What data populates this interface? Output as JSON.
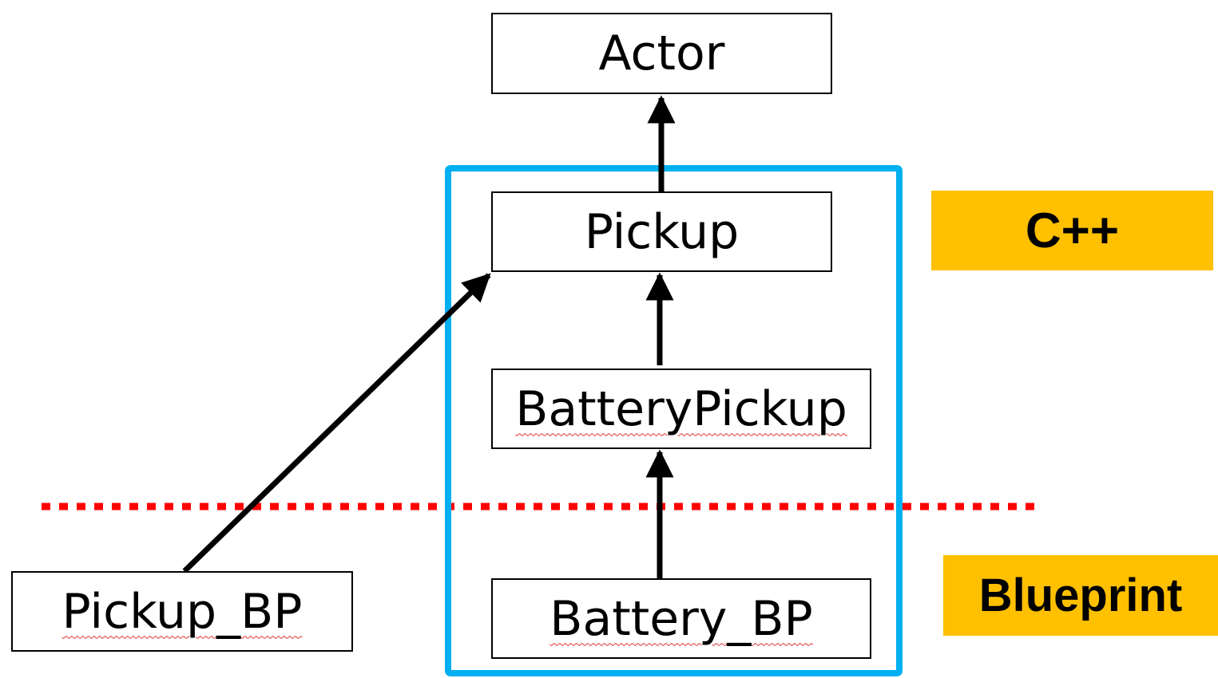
{
  "nodes": {
    "actor": "Actor",
    "pickup": "Pickup",
    "battery_pickup": "BatteryPickup",
    "battery_bp": "Battery_BP",
    "pickup_bp": "Pickup_BP"
  },
  "tags": {
    "cpp": "C++",
    "blueprint": "Blueprint"
  },
  "colors": {
    "tag_fill": "#FFC000",
    "group_border": "#00B0F0",
    "boundary_line": "#FF0000",
    "arrow": "#000000"
  }
}
